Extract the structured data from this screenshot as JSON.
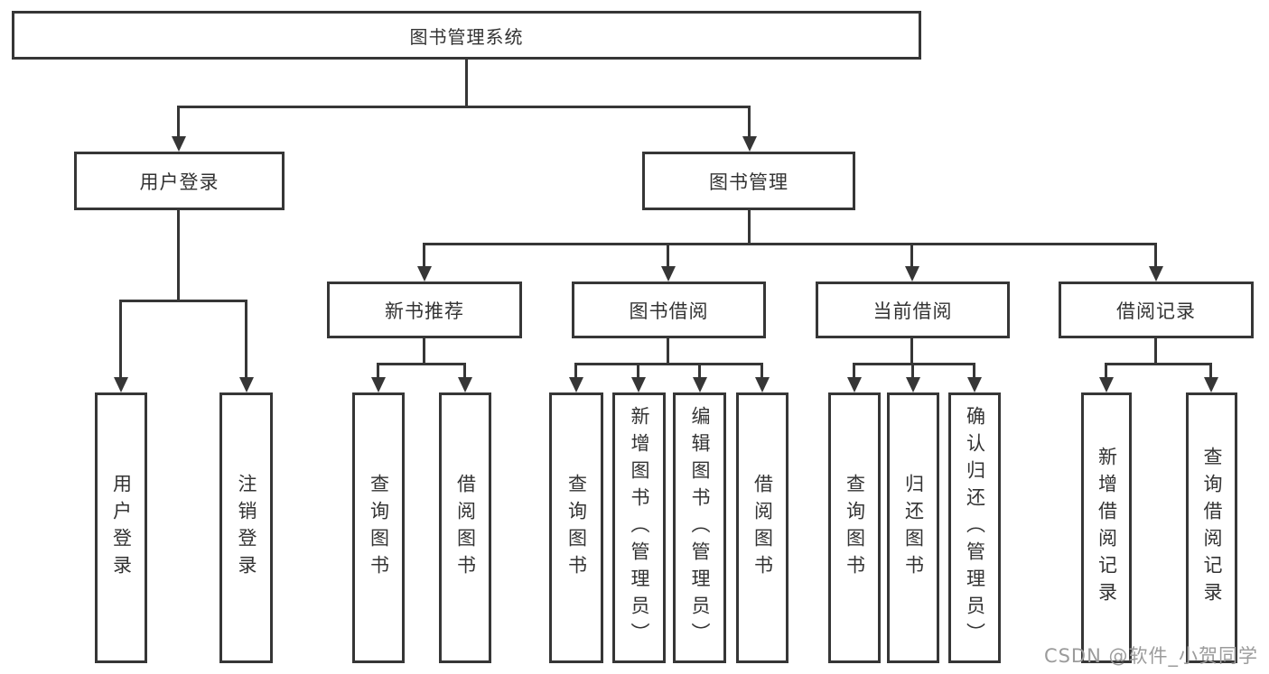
{
  "tree": {
    "root": {
      "label": "图书管理系统"
    },
    "branches": [
      {
        "label": "用户登录",
        "children": [
          {
            "label": "用户登录"
          },
          {
            "label": "注销登录"
          }
        ]
      },
      {
        "label": "图书管理",
        "children": [
          {
            "label": "新书推荐",
            "children": [
              {
                "label": "查询图书"
              },
              {
                "label": "借阅图书"
              }
            ]
          },
          {
            "label": "图书借阅",
            "children": [
              {
                "label": "查询图书"
              },
              {
                "label": "新增图书（管理员）"
              },
              {
                "label": "编辑图书（管理员）"
              },
              {
                "label": "借阅图书"
              }
            ]
          },
          {
            "label": "当前借阅",
            "children": [
              {
                "label": "查询图书"
              },
              {
                "label": "归还图书"
              },
              {
                "label": "确认归还（管理员）"
              }
            ]
          },
          {
            "label": "借阅记录",
            "children": [
              {
                "label": "新增借阅记录"
              },
              {
                "label": "查询借阅记录"
              }
            ]
          }
        ]
      }
    ]
  },
  "watermark": {
    "text": "CSDN @软件_小贺同学"
  },
  "colors": {
    "line": "#363636",
    "text": "#333333",
    "watermark": "#9b9b9b",
    "background": "#ffffff"
  }
}
